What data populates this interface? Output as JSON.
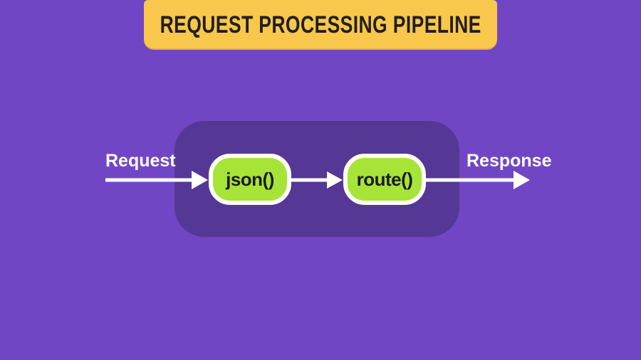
{
  "banner": {
    "title": "REQUEST PROCESSING PIPELINE"
  },
  "pipeline": {
    "request_label": "Request",
    "response_label": "Response",
    "nodes": [
      {
        "label": "json()"
      },
      {
        "label": "route()"
      }
    ],
    "edges": [
      {
        "from": "request",
        "to": "json()"
      },
      {
        "from": "json()",
        "to": "route()"
      },
      {
        "from": "route()",
        "to": "response"
      }
    ]
  },
  "colors": {
    "background": "#7146C4",
    "panel": "#553796",
    "banner_fill": "#F9C74B",
    "banner_text": "#231F20",
    "node_fill": "#A7E438",
    "node_border": "#FFFFFF",
    "node_text": "#1B1B1B",
    "arrow": "#FFFFFF",
    "endpoint_text": "#FFFFFF"
  }
}
